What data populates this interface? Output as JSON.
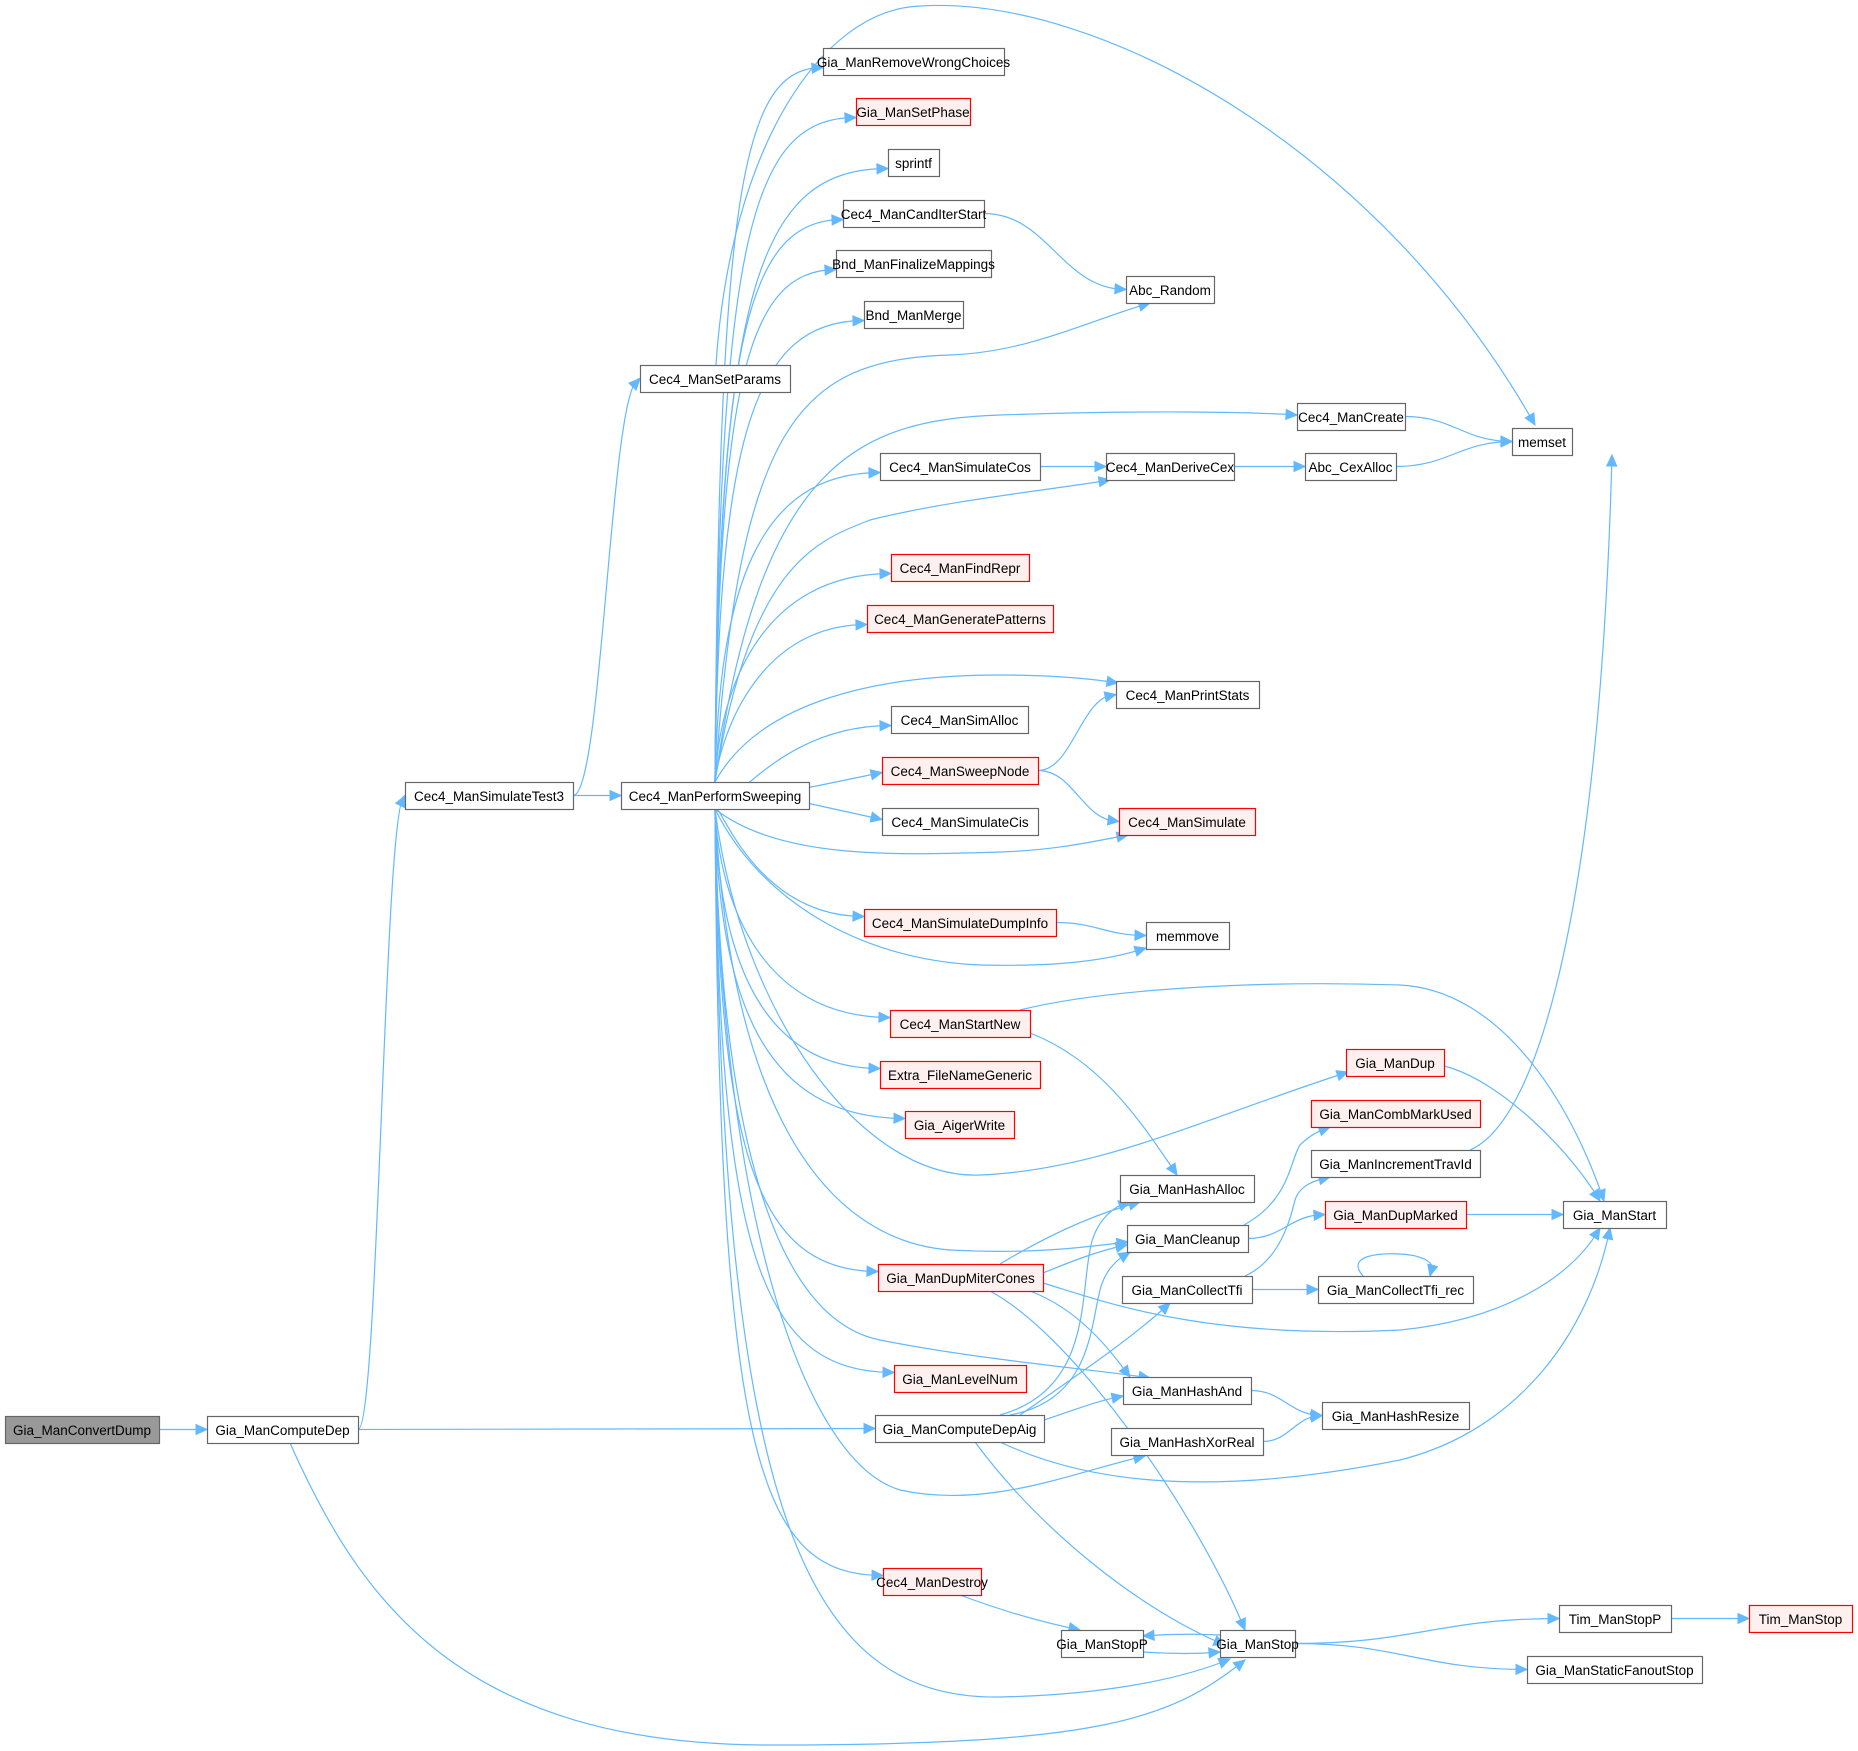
{
  "title": "Gia_ManConvertDump call graph",
  "colors": {
    "edge": "#63b8ff",
    "root_fill": "#999999",
    "root_border": "#666666",
    "normal_fill": "#ffffff",
    "normal_border": "#666666",
    "truncated_fill": "#fff0f0",
    "truncated_border": "#ff0000"
  },
  "nodes": [
    {
      "id": "Gia_ManConvertDump",
      "label": "Gia_ManConvertDump",
      "kind": "root"
    },
    {
      "id": "Gia_ManComputeDep",
      "label": "Gia_ManComputeDep",
      "kind": "normal"
    },
    {
      "id": "Cec4_ManSimulateTest3",
      "label": "Cec4_ManSimulateTest3",
      "kind": "normal"
    },
    {
      "id": "Cec4_ManSetParams",
      "label": "Cec4_ManSetParams",
      "kind": "normal"
    },
    {
      "id": "Cec4_ManPerformSweeping",
      "label": "Cec4_ManPerformSweeping",
      "kind": "normal"
    },
    {
      "id": "Gia_ManRemoveWrongChoices",
      "label": "Gia_ManRemoveWrongChoices",
      "kind": "normal"
    },
    {
      "id": "Gia_ManSetPhase",
      "label": "Gia_ManSetPhase",
      "kind": "truncated"
    },
    {
      "id": "sprintf",
      "label": "sprintf",
      "kind": "normal"
    },
    {
      "id": "Cec4_ManCandIterStart",
      "label": "Cec4_ManCandIterStart",
      "kind": "normal"
    },
    {
      "id": "Bnd_ManFinalizeMappings",
      "label": "Bnd_ManFinalizeMappings",
      "kind": "normal"
    },
    {
      "id": "Bnd_ManMerge",
      "label": "Bnd_ManMerge",
      "kind": "normal"
    },
    {
      "id": "Abc_Random",
      "label": "Abc_Random",
      "kind": "normal"
    },
    {
      "id": "Cec4_ManCreate",
      "label": "Cec4_ManCreate",
      "kind": "normal"
    },
    {
      "id": "memset",
      "label": "memset",
      "kind": "normal"
    },
    {
      "id": "Cec4_ManSimulateCos",
      "label": "Cec4_ManSimulateCos",
      "kind": "normal"
    },
    {
      "id": "Cec4_ManDeriveCex",
      "label": "Cec4_ManDeriveCex",
      "kind": "normal"
    },
    {
      "id": "Abc_CexAlloc",
      "label": "Abc_CexAlloc",
      "kind": "normal"
    },
    {
      "id": "Cec4_ManFindRepr",
      "label": "Cec4_ManFindRepr",
      "kind": "truncated"
    },
    {
      "id": "Cec4_ManGeneratePatterns",
      "label": "Cec4_ManGeneratePatterns",
      "kind": "truncated"
    },
    {
      "id": "Cec4_ManPrintStats",
      "label": "Cec4_ManPrintStats",
      "kind": "normal"
    },
    {
      "id": "Cec4_ManSimAlloc",
      "label": "Cec4_ManSimAlloc",
      "kind": "normal"
    },
    {
      "id": "Cec4_ManSweepNode",
      "label": "Cec4_ManSweepNode",
      "kind": "truncated"
    },
    {
      "id": "Cec4_ManSimulateCis",
      "label": "Cec4_ManSimulateCis",
      "kind": "normal"
    },
    {
      "id": "Cec4_ManSimulate",
      "label": "Cec4_ManSimulate",
      "kind": "truncated"
    },
    {
      "id": "Cec4_ManSimulateDumpInfo",
      "label": "Cec4_ManSimulateDumpInfo",
      "kind": "truncated"
    },
    {
      "id": "memmove",
      "label": "memmove",
      "kind": "normal"
    },
    {
      "id": "Cec4_ManStartNew",
      "label": "Cec4_ManStartNew",
      "kind": "truncated"
    },
    {
      "id": "Extra_FileNameGeneric",
      "label": "Extra_FileNameGeneric",
      "kind": "truncated"
    },
    {
      "id": "Gia_AigerWrite",
      "label": "Gia_AigerWrite",
      "kind": "truncated"
    },
    {
      "id": "Gia_ManDup",
      "label": "Gia_ManDup",
      "kind": "truncated"
    },
    {
      "id": "Gia_ManCombMarkUsed",
      "label": "Gia_ManCombMarkUsed",
      "kind": "truncated"
    },
    {
      "id": "Gia_ManIncrementTravId",
      "label": "Gia_ManIncrementTravId",
      "kind": "normal"
    },
    {
      "id": "Gia_ManHashAlloc",
      "label": "Gia_ManHashAlloc",
      "kind": "normal"
    },
    {
      "id": "Gia_ManDupMarked",
      "label": "Gia_ManDupMarked",
      "kind": "truncated"
    },
    {
      "id": "Gia_ManCleanup",
      "label": "Gia_ManCleanup",
      "kind": "normal"
    },
    {
      "id": "Gia_ManStart",
      "label": "Gia_ManStart",
      "kind": "normal"
    },
    {
      "id": "Gia_ManDupMiterCones",
      "label": "Gia_ManDupMiterCones",
      "kind": "truncated"
    },
    {
      "id": "Gia_ManCollectTfi",
      "label": "Gia_ManCollectTfi",
      "kind": "normal"
    },
    {
      "id": "Gia_ManCollectTfi_rec",
      "label": "Gia_ManCollectTfi_rec",
      "kind": "normal"
    },
    {
      "id": "Gia_ManLevelNum",
      "label": "Gia_ManLevelNum",
      "kind": "truncated"
    },
    {
      "id": "Gia_ManHashAnd",
      "label": "Gia_ManHashAnd",
      "kind": "normal"
    },
    {
      "id": "Gia_ManComputeDepAig",
      "label": "Gia_ManComputeDepAig",
      "kind": "normal"
    },
    {
      "id": "Gia_ManHashResize",
      "label": "Gia_ManHashResize",
      "kind": "normal"
    },
    {
      "id": "Gia_ManHashXorReal",
      "label": "Gia_ManHashXorReal",
      "kind": "normal"
    },
    {
      "id": "Cec4_ManDestroy",
      "label": "Cec4_ManDestroy",
      "kind": "truncated"
    },
    {
      "id": "Gia_ManStopP",
      "label": "Gia_ManStopP",
      "kind": "normal"
    },
    {
      "id": "Gia_ManStop",
      "label": "Gia_ManStop",
      "kind": "normal"
    },
    {
      "id": "Tim_ManStopP",
      "label": "Tim_ManStopP",
      "kind": "normal"
    },
    {
      "id": "Tim_ManStop",
      "label": "Tim_ManStop",
      "kind": "truncated"
    },
    {
      "id": "Gia_ManStaticFanoutStop",
      "label": "Gia_ManStaticFanoutStop",
      "kind": "normal"
    }
  ],
  "edges": [
    [
      "Gia_ManConvertDump",
      "Gia_ManComputeDep"
    ],
    [
      "Gia_ManComputeDep",
      "Cec4_ManSimulateTest3"
    ],
    [
      "Gia_ManComputeDep",
      "Gia_ManComputeDepAig"
    ],
    [
      "Gia_ManComputeDep",
      "Gia_ManStop"
    ],
    [
      "Cec4_ManSimulateTest3",
      "Cec4_ManSetParams"
    ],
    [
      "Cec4_ManSimulateTest3",
      "Cec4_ManPerformSweeping"
    ],
    [
      "Cec4_ManSetParams",
      "memset"
    ],
    [
      "Cec4_ManPerformSweeping",
      "Gia_ManRemoveWrongChoices"
    ],
    [
      "Cec4_ManPerformSweeping",
      "Gia_ManSetPhase"
    ],
    [
      "Cec4_ManPerformSweeping",
      "sprintf"
    ],
    [
      "Cec4_ManPerformSweeping",
      "Cec4_ManCandIterStart"
    ],
    [
      "Cec4_ManPerformSweeping",
      "Bnd_ManFinalizeMappings"
    ],
    [
      "Cec4_ManPerformSweeping",
      "Bnd_ManMerge"
    ],
    [
      "Cec4_ManPerformSweeping",
      "Abc_Random"
    ],
    [
      "Cec4_ManPerformSweeping",
      "Cec4_ManCreate"
    ],
    [
      "Cec4_ManPerformSweeping",
      "Cec4_ManSimulateCos"
    ],
    [
      "Cec4_ManPerformSweeping",
      "Cec4_ManDeriveCex"
    ],
    [
      "Cec4_ManPerformSweeping",
      "Cec4_ManFindRepr"
    ],
    [
      "Cec4_ManPerformSweeping",
      "Cec4_ManGeneratePatterns"
    ],
    [
      "Cec4_ManPerformSweeping",
      "Cec4_ManPrintStats"
    ],
    [
      "Cec4_ManPerformSweeping",
      "Cec4_ManSimAlloc"
    ],
    [
      "Cec4_ManPerformSweeping",
      "Cec4_ManSweepNode"
    ],
    [
      "Cec4_ManPerformSweeping",
      "Cec4_ManSimulateCis"
    ],
    [
      "Cec4_ManPerformSweeping",
      "Cec4_ManSimulate"
    ],
    [
      "Cec4_ManPerformSweeping",
      "Cec4_ManSimulateDumpInfo"
    ],
    [
      "Cec4_ManPerformSweeping",
      "memmove"
    ],
    [
      "Cec4_ManPerformSweeping",
      "Cec4_ManStartNew"
    ],
    [
      "Cec4_ManPerformSweeping",
      "Extra_FileNameGeneric"
    ],
    [
      "Cec4_ManPerformSweeping",
      "Gia_AigerWrite"
    ],
    [
      "Cec4_ManPerformSweeping",
      "Gia_ManDup"
    ],
    [
      "Cec4_ManPerformSweeping",
      "Gia_ManCleanup"
    ],
    [
      "Cec4_ManPerformSweeping",
      "Gia_ManDupMiterCones"
    ],
    [
      "Cec4_ManPerformSweeping",
      "Gia_ManLevelNum"
    ],
    [
      "Cec4_ManPerformSweeping",
      "Gia_ManHashAnd"
    ],
    [
      "Cec4_ManPerformSweeping",
      "Gia_ManHashXorReal"
    ],
    [
      "Cec4_ManPerformSweeping",
      "Cec4_ManDestroy"
    ],
    [
      "Cec4_ManPerformSweeping",
      "Gia_ManStop"
    ],
    [
      "Cec4_ManCandIterStart",
      "Abc_Random"
    ],
    [
      "Cec4_ManCreate",
      "memset"
    ],
    [
      "Cec4_ManSimulateCos",
      "Cec4_ManDeriveCex"
    ],
    [
      "Cec4_ManDeriveCex",
      "Abc_CexAlloc"
    ],
    [
      "Abc_CexAlloc",
      "memset"
    ],
    [
      "Cec4_ManSweepNode",
      "Cec4_ManPrintStats"
    ],
    [
      "Cec4_ManSweepNode",
      "Cec4_ManSimulate"
    ],
    [
      "Cec4_ManSimulateDumpInfo",
      "memmove"
    ],
    [
      "Cec4_ManStartNew",
      "Gia_ManStart"
    ],
    [
      "Cec4_ManStartNew",
      "Gia_ManHashAlloc"
    ],
    [
      "Gia_ManDup",
      "Gia_ManStart"
    ],
    [
      "Gia_ManIncrementTravId",
      "memset"
    ],
    [
      "Gia_ManCleanup",
      "Gia_ManCombMarkUsed"
    ],
    [
      "Gia_ManCleanup",
      "Gia_ManDupMarked"
    ],
    [
      "Gia_ManDupMarked",
      "Gia_ManStart"
    ],
    [
      "Gia_ManDupMiterCones",
      "Gia_ManHashAlloc"
    ],
    [
      "Gia_ManDupMiterCones",
      "Gia_ManCleanup"
    ],
    [
      "Gia_ManDupMiterCones",
      "Gia_ManStart"
    ],
    [
      "Gia_ManDupMiterCones",
      "Gia_ManHashAnd"
    ],
    [
      "Gia_ManDupMiterCones",
      "Gia_ManStop"
    ],
    [
      "Gia_ManCollectTfi",
      "Gia_ManIncrementTravId"
    ],
    [
      "Gia_ManCollectTfi",
      "Gia_ManCollectTfi_rec"
    ],
    [
      "Gia_ManCollectTfi_rec",
      "Gia_ManCollectTfi_rec"
    ],
    [
      "Gia_ManComputeDepAig",
      "Gia_ManHashAlloc"
    ],
    [
      "Gia_ManComputeDepAig",
      "Gia_ManCleanup"
    ],
    [
      "Gia_ManComputeDepAig",
      "Gia_ManCollectTfi"
    ],
    [
      "Gia_ManComputeDepAig",
      "Gia_ManHashAnd"
    ],
    [
      "Gia_ManComputeDepAig",
      "Gia_ManStart"
    ],
    [
      "Gia_ManComputeDepAig",
      "Gia_ManStop"
    ],
    [
      "Gia_ManHashAnd",
      "Gia_ManHashResize"
    ],
    [
      "Gia_ManHashXorReal",
      "Gia_ManHashResize"
    ],
    [
      "Cec4_ManDestroy",
      "Gia_ManStopP"
    ],
    [
      "Gia_ManStopP",
      "Gia_ManStop"
    ],
    [
      "Gia_ManStop",
      "Gia_ManStopP"
    ],
    [
      "Gia_ManStop",
      "Tim_ManStopP"
    ],
    [
      "Gia_ManStop",
      "Gia_ManStaticFanoutStop"
    ],
    [
      "Tim_ManStopP",
      "Tim_ManStop"
    ]
  ]
}
